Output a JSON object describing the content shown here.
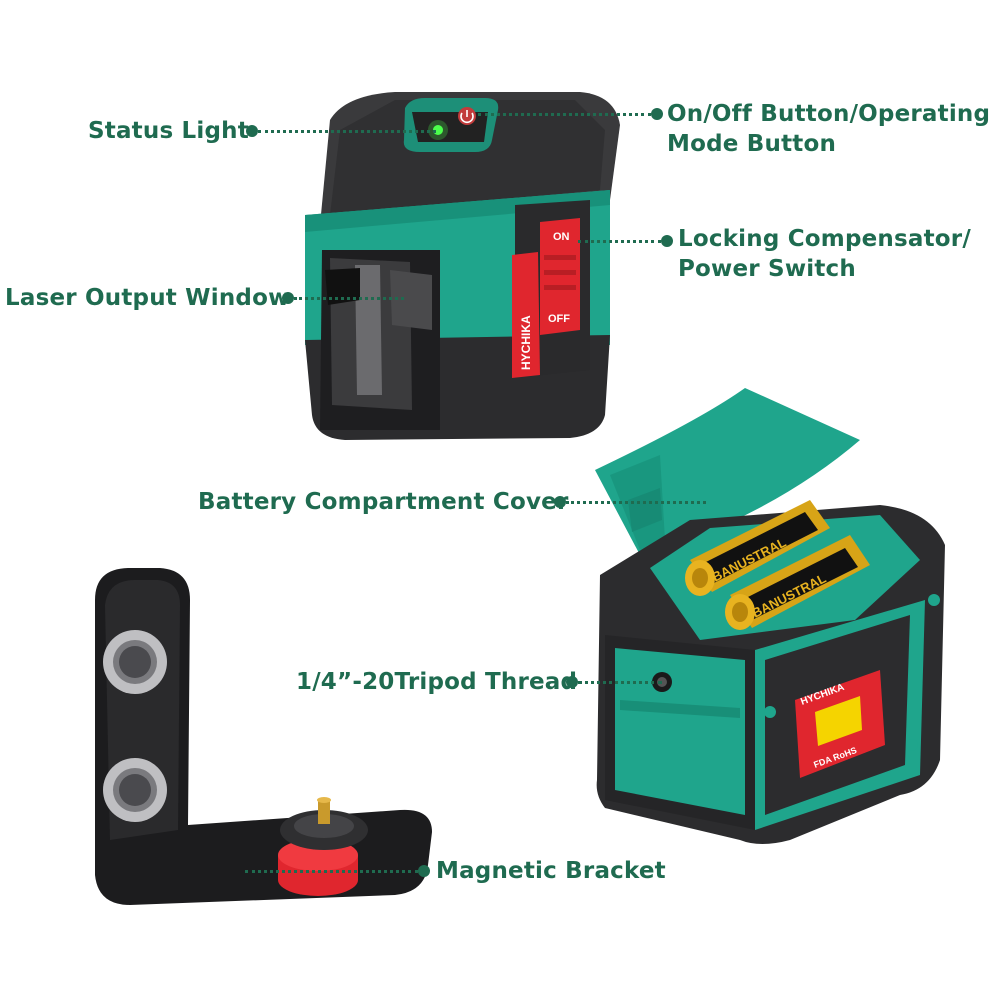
{
  "labels": {
    "status_light": "Status Light",
    "on_off_line1": "On/Off Button/Operating",
    "on_off_line2": "Mode Button",
    "locking_line1": "Locking Compensator/",
    "locking_line2": "Power Switch",
    "laser_window": "Laser Output Window",
    "battery_cover": "Battery Compartment Cover",
    "tripod_thread": "1/4”-20Tripod Thread",
    "magnetic_bracket": "Magnetic Bracket"
  },
  "device_text": {
    "brand": "HYCHIKA",
    "switch_on": "ON",
    "switch_off": "OFF",
    "battery_brand": "BANUSTRAL",
    "certification": "FDA RoHS"
  },
  "colors": {
    "label_text": "#1f6b50",
    "teal": "#1fa58c",
    "body_dark": "#2c2c2e",
    "switch_red": "#e0262e",
    "status_green": "#4dff4d",
    "battery_gold": "#e8b320"
  }
}
